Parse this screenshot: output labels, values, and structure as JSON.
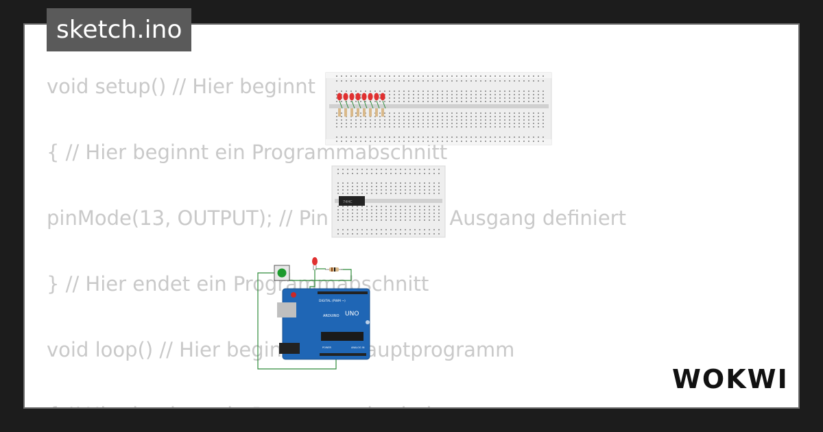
{
  "title": "sketch.ino",
  "code_lines": [
    "void setup() // Hier beginnt",
    "{ // Hier beginnt ein Programmabschnitt",
    "pinMode(13, OUTPUT); // Pin 13 wird als Ausgang definiert",
    "} // Hier endet ein Programmabschnitt",
    "void loop() // Hier beginnt das Hauptprogramm",
    "{ // Hier beginnt ein Programmabschnitt"
  ],
  "board": {
    "label": "UNO",
    "brand": "ARDUINO",
    "digital_label": "DIGITAL (PWM ~)",
    "analog_label": "ANALOG IN",
    "power_label": "POWER"
  },
  "logo_text": "WOKWI",
  "colors": {
    "background": "#1c1c1c",
    "code_text": "#c9c9c9",
    "title_bg": "#5a5a5a",
    "board": "#1f66b5",
    "wire": "#2e8b3a",
    "led": "#e03030"
  }
}
